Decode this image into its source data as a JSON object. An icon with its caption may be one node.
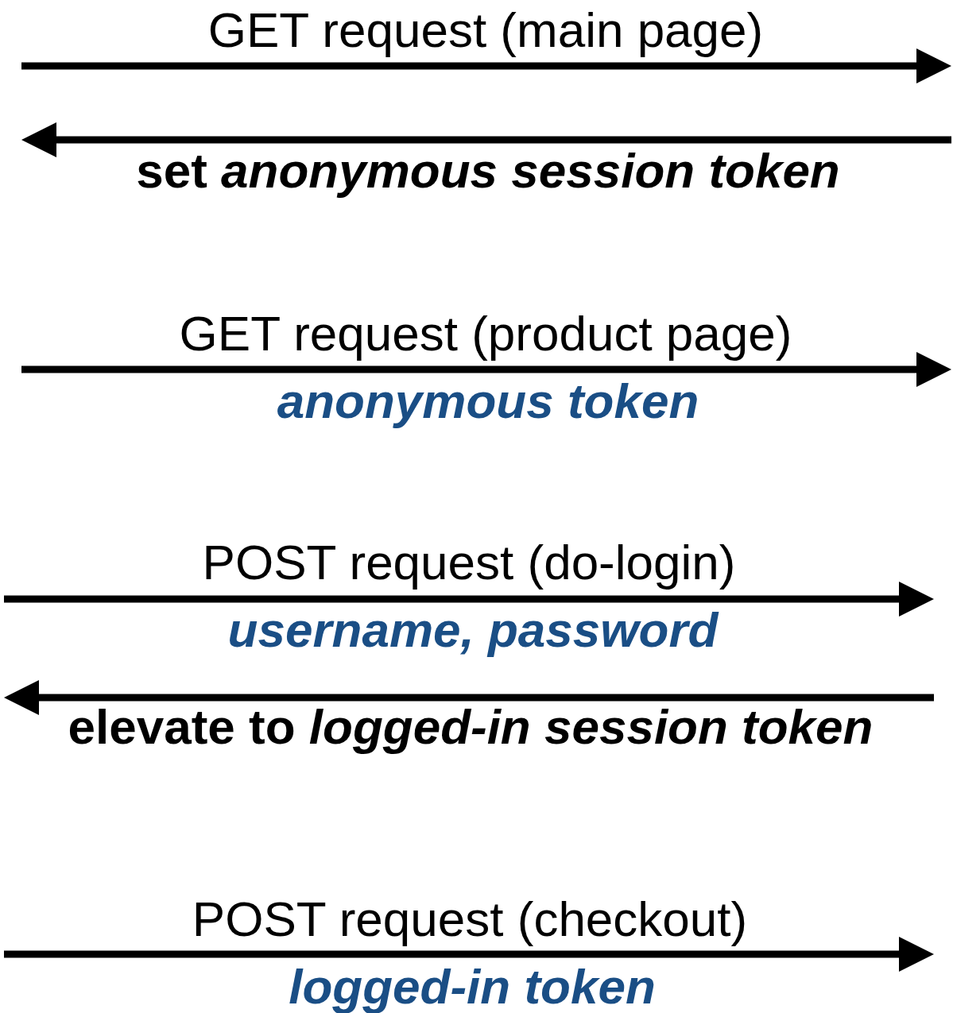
{
  "diagram": {
    "labels": [
      "GET request (main page)",
      "set *anonymous session token*",
      "GET request (product page)",
      "anonymous token",
      "POST request (do-login)",
      "username, password",
      "elevate to *logged-in session token*",
      "POST request (checkout)",
      "logged-in token"
    ]
  }
}
